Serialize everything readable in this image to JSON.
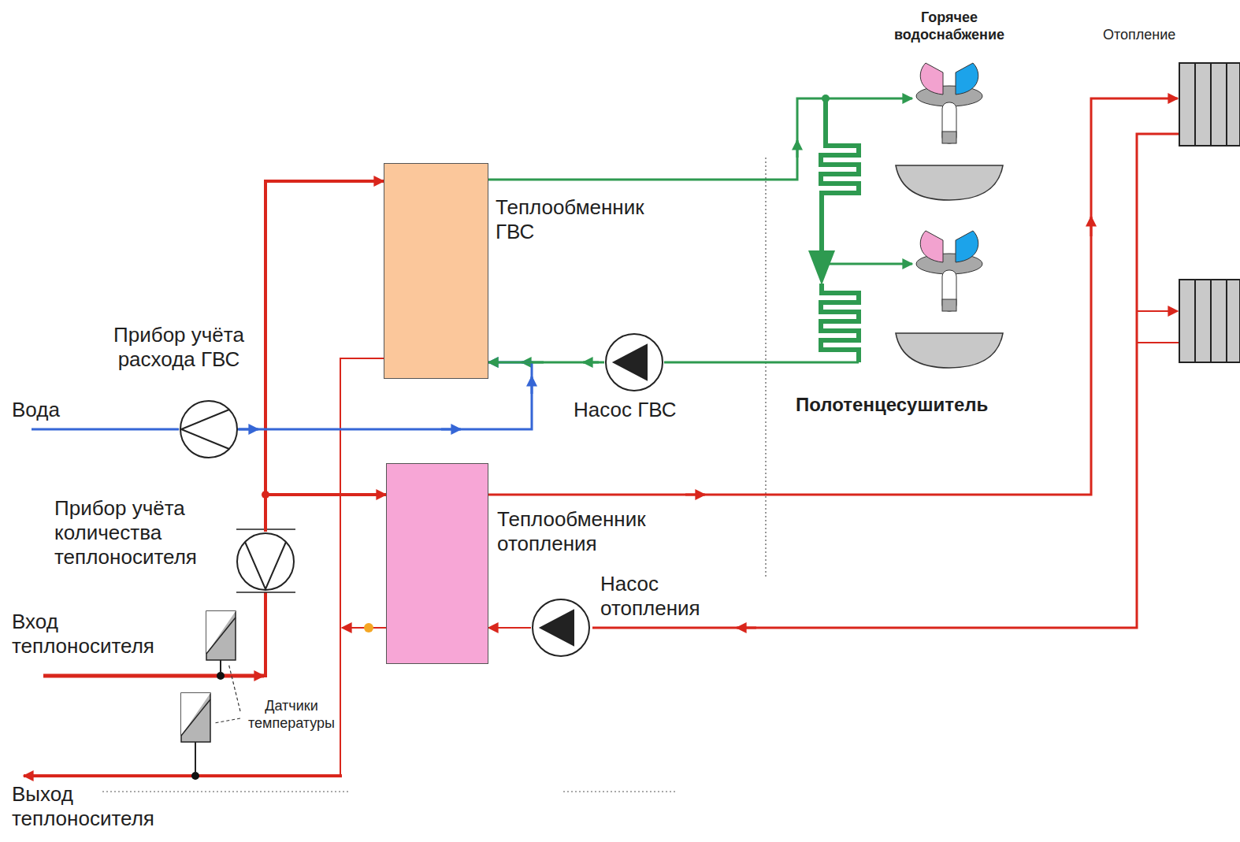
{
  "diagram": {
    "nodes": [
      {
        "text": [
          "Теплообменник ГВС"
        ]
      },
      {
        "text": [
          "Прибор учёта расхода ГВС"
        ]
      },
      {
        "text": [
          "Насос ГВС"
        ]
      },
      {
        "text": [
          "Теплообменник отопления"
        ]
      },
      {
        "text": [
          "Прибор учёта количества теплоносителя"
        ]
      },
      {
        "text": [
          "Насос отопления"
        ]
      }
    ],
    "edges": [
      {
        "from": 4,
        "to": 0,
        "arrow": "to"
      },
      {
        "from": 4,
        "to": 3,
        "arrow": "to"
      },
      {
        "from": 1,
        "to": 0,
        "arrow": "to"
      },
      {
        "from": 2,
        "to": 0,
        "arrow": "to"
      },
      {
        "from": 5,
        "to": 3,
        "arrow": "to"
      }
    ],
    "labels": [
      "Горячее водоснабжение",
      "Отопление",
      "Вода",
      "Полотенцесушитель",
      "Вход теплоносителя",
      "Датчики температуры",
      "Выход теплоносителя"
    ]
  }
}
